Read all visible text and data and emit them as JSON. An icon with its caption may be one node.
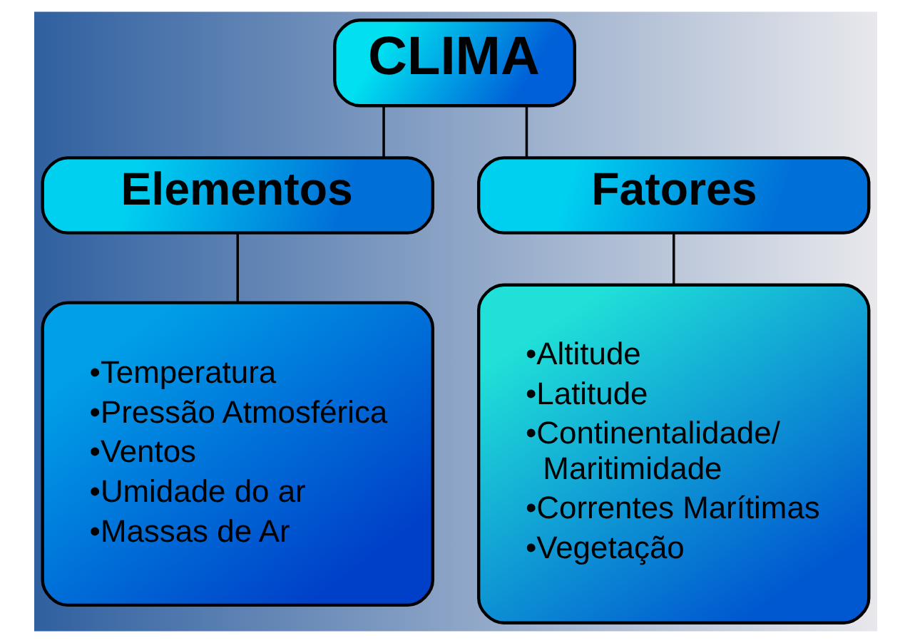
{
  "diagram": {
    "nodes": [
      {
        "text": [
          "CLIMA"
        ]
      },
      {
        "text": [
          "Elementos"
        ]
      },
      {
        "text": [
          "Fatores"
        ]
      },
      {
        "text": [
          "•Temperatura",
          "•Pressão Atmosférica",
          "•Ventos",
          "•Umidade do ar",
          "•Massas de Ar"
        ]
      },
      {
        "text": [
          "•Altitude",
          "•Latitude",
          "•Continentalidade/ Maritimidade",
          "•Correntes Marítimas",
          "•Vegetação"
        ]
      }
    ],
    "edges": [
      {
        "from": 0,
        "to": 1,
        "arrow": "none"
      },
      {
        "from": 0,
        "to": 2,
        "arrow": "none"
      },
      {
        "from": 1,
        "to": 3,
        "arrow": "none"
      },
      {
        "from": 2,
        "to": 4,
        "arrow": "none"
      }
    ]
  }
}
